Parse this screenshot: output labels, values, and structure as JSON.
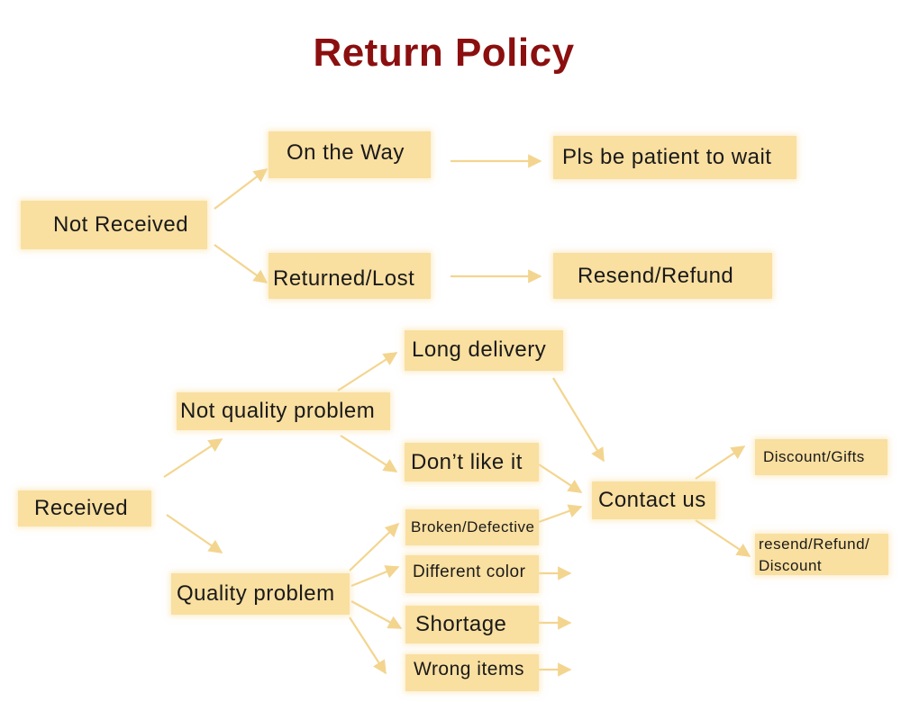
{
  "title": "Return Policy",
  "colors": {
    "title": "#8b0f0f",
    "box": "#f9dfa0",
    "arrow": "#f3d58f",
    "text": "#1a1a1a"
  },
  "nodes": {
    "not_received": "Not Received",
    "on_the_way": "On the Way",
    "be_patient": "Pls be patient to wait",
    "returned_lost": "Returned/Lost",
    "resend_refund": "Resend/Refund",
    "received": "Received",
    "not_quality_problem": "Not quality problem",
    "long_delivery": "Long delivery",
    "dont_like_it": "Don’t like it",
    "quality_problem": "Quality problem",
    "broken_defective": "Broken/Defective",
    "different_color": "Different color",
    "shortage": "Shortage",
    "wrong_items": "Wrong items",
    "contact_us": "Contact us",
    "discount_gifts": "Discount/Gifts",
    "resend_refund_discount": "resend/Refund/\nDiscount"
  }
}
